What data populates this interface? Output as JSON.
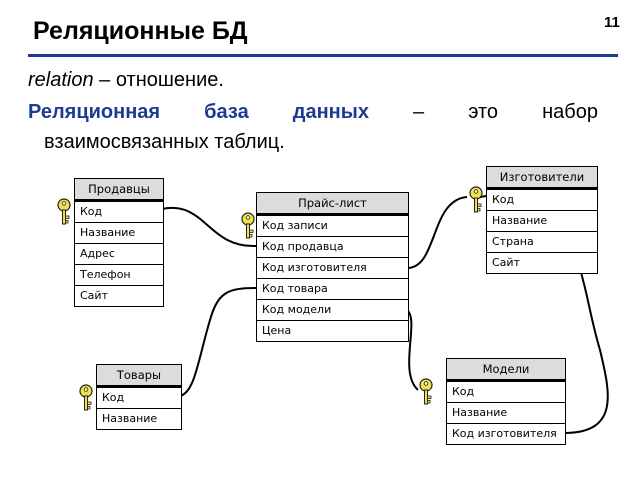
{
  "slide": {
    "title": "Реляционные БД",
    "number": "11",
    "line1_term": "relation",
    "line1_rest": " – отношение.",
    "line2_words": [
      "Реляционная",
      "база",
      "данных",
      "–",
      "это",
      "набор"
    ],
    "line3": "взаимосвязанных таблиц."
  },
  "colors": {
    "accent": "#1f3a93",
    "header_fill": "#dcdcdc",
    "key_fill": "#f2e24a"
  },
  "icons": {
    "primary_key": "key-icon"
  },
  "tables": {
    "prodavtsy": {
      "title": "Продавцы",
      "fields": [
        "Код",
        "Название",
        "Адрес",
        "Телефон",
        "Сайт"
      ]
    },
    "pricelist": {
      "title": "Прайс-лист",
      "fields": [
        "Код записи",
        "Код продавца",
        "Код изготовителя",
        "Код товара",
        "Код модели",
        "Цена"
      ]
    },
    "izgotoviteli": {
      "title": "Изготовители",
      "fields": [
        "Код",
        "Название",
        "Страна",
        "Сайт"
      ]
    },
    "tovary": {
      "title": "Товары",
      "fields": [
        "Код",
        "Название"
      ]
    },
    "modeli": {
      "title": "Модели",
      "fields": [
        "Код",
        "Название",
        "Код изготовителя"
      ]
    }
  }
}
